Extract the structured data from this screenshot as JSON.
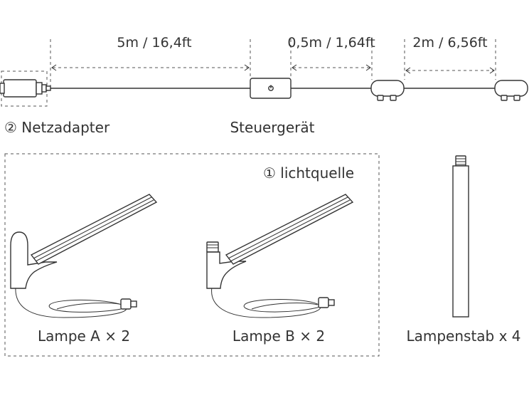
{
  "dimensions": {
    "first": "5m / 16,4ft",
    "second": "0,5m / 1,64ft",
    "third": "2m / 6,56ft"
  },
  "labels": {
    "adapter": "② Netzadapter",
    "controller": "Steuergerät",
    "light_source": "① lichtquelle",
    "lamp_a": "Lampe A × 2",
    "lamp_b": "Lampe B × 2",
    "lamp_stick": "Lampenstab x 4"
  }
}
